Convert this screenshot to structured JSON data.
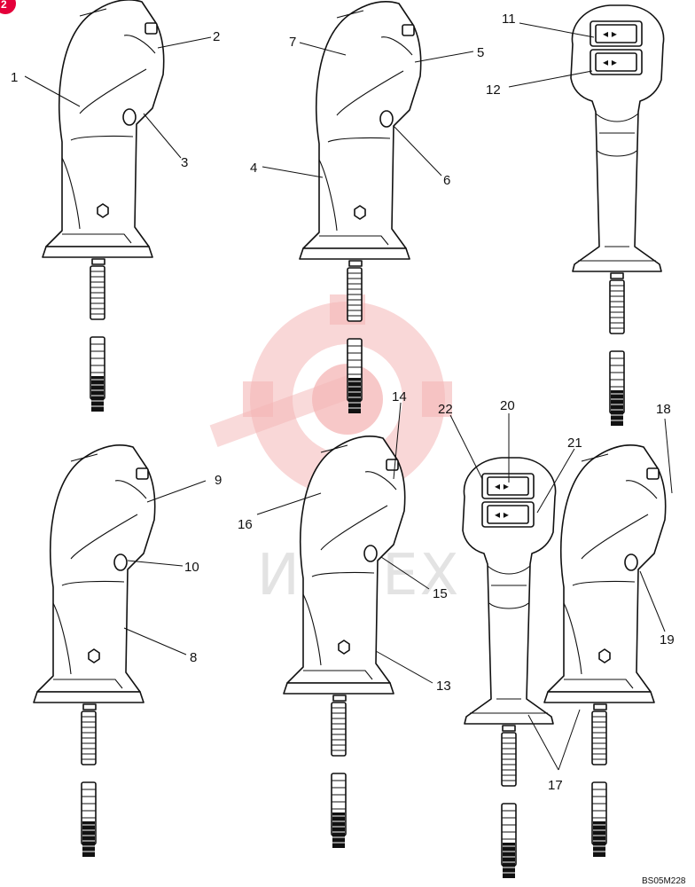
{
  "badge": {
    "text": "2",
    "color": "#e4003a"
  },
  "watermark": {
    "text": "ИНТЕХ",
    "gear_color": "#f4b6b6"
  },
  "reference_code": "BS05M228",
  "callouts": [
    "1",
    "2",
    "3",
    "4",
    "5",
    "6",
    "7",
    "8",
    "9",
    "10",
    "11",
    "12",
    "13",
    "14",
    "15",
    "16",
    "17",
    "18",
    "19",
    "20",
    "21",
    "22"
  ],
  "handles": [
    {
      "view": "side"
    },
    {
      "view": "side"
    },
    {
      "view": "front"
    },
    {
      "view": "side"
    },
    {
      "view": "side"
    },
    {
      "view": "front"
    },
    {
      "view": "side"
    }
  ]
}
